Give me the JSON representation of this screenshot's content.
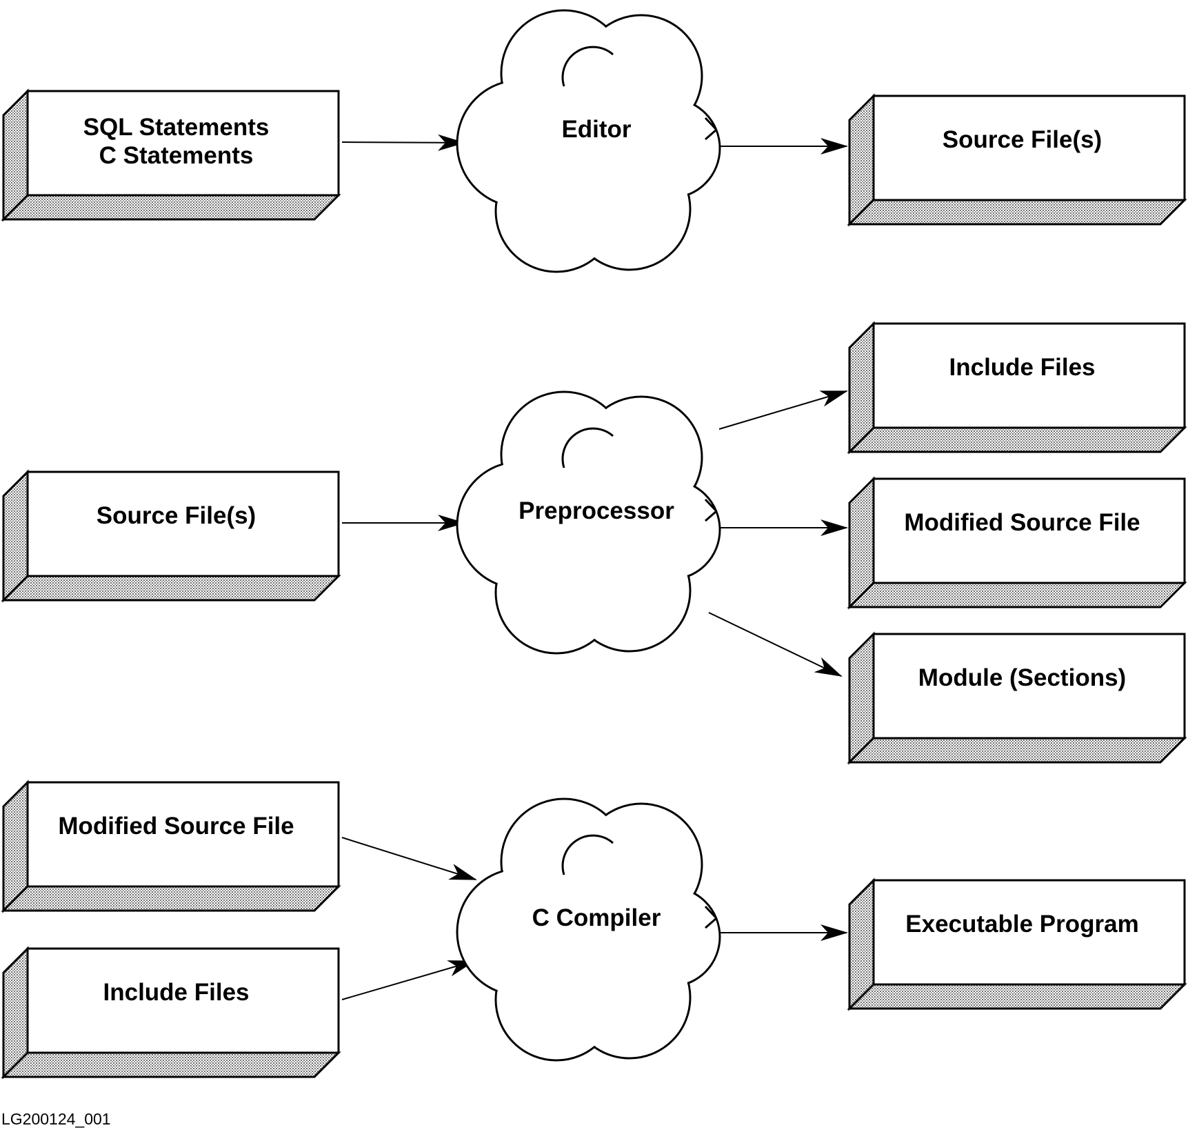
{
  "stages": [
    {
      "process": "Editor",
      "inputs": [
        [
          "SQL Statements",
          "C Statements"
        ]
      ],
      "outputs": [
        [
          "Source File(s)"
        ]
      ]
    },
    {
      "process": "Preprocessor",
      "inputs": [
        [
          "Source File(s)"
        ]
      ],
      "outputs": [
        [
          "Include Files"
        ],
        [
          "Modified Source File"
        ],
        [
          "Module (Sections)"
        ]
      ]
    },
    {
      "process": "C Compiler",
      "inputs": [
        [
          "Modified Source File"
        ],
        [
          "Include Files"
        ]
      ],
      "outputs": [
        [
          "Executable Program"
        ]
      ]
    }
  ],
  "figure_id": "LG200124_001",
  "colors": {
    "line": "#000000",
    "background": "#ffffff",
    "shade": "#9a9a9a"
  }
}
